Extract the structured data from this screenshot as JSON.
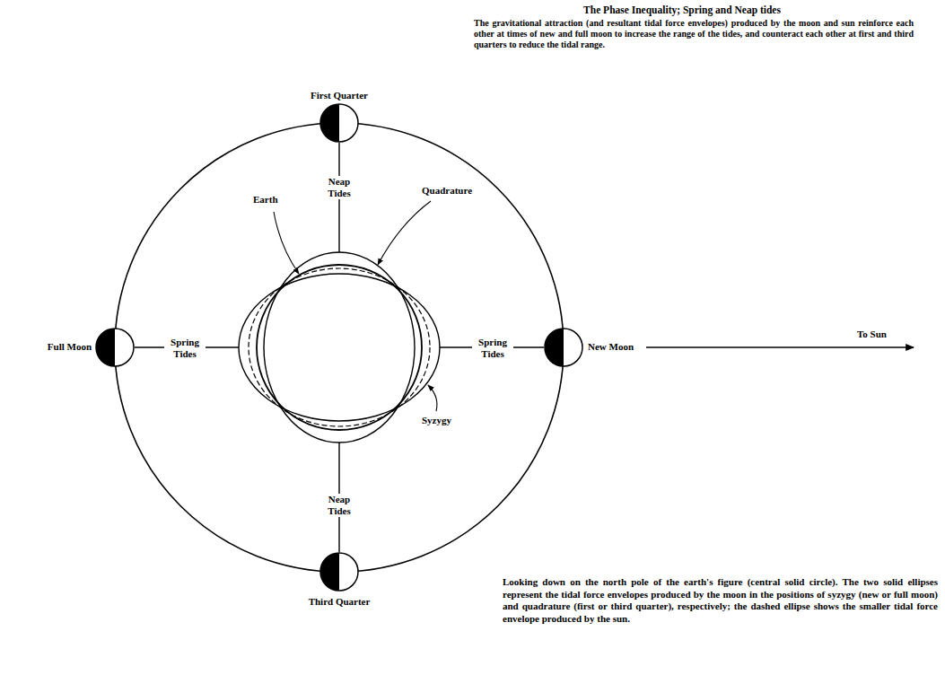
{
  "diagram": {
    "title": "The Phase Inequality; Spring and Neap tides",
    "caption": "Looking down on the north pole of the earth's figure (central solid circle). The two solid ellipses represent the tidal force envelopes produced by the moon in the positions of syzygy (new or full moon) and quadrature (first or third quarter), respectively; the dashed ellipse shows the smaller tidal force envelope produced by the sun.",
    "labels": [
      "The gravitational attraction (and resultant tidal force envelopes) produced by the moon and sun reinforce each other at times of new and full moon to increase the range of the tides, and counteract each other at first and third quarters to reduce the tidal range.",
      "First Quarter",
      "Neap Tides",
      "Earth",
      "Quadrature",
      "Full Moon",
      "Spring Tides",
      "Spring Tides",
      "New Moon",
      "To Sun",
      "Syzygy",
      "Neap Tides",
      "Third Quarter"
    ]
  }
}
